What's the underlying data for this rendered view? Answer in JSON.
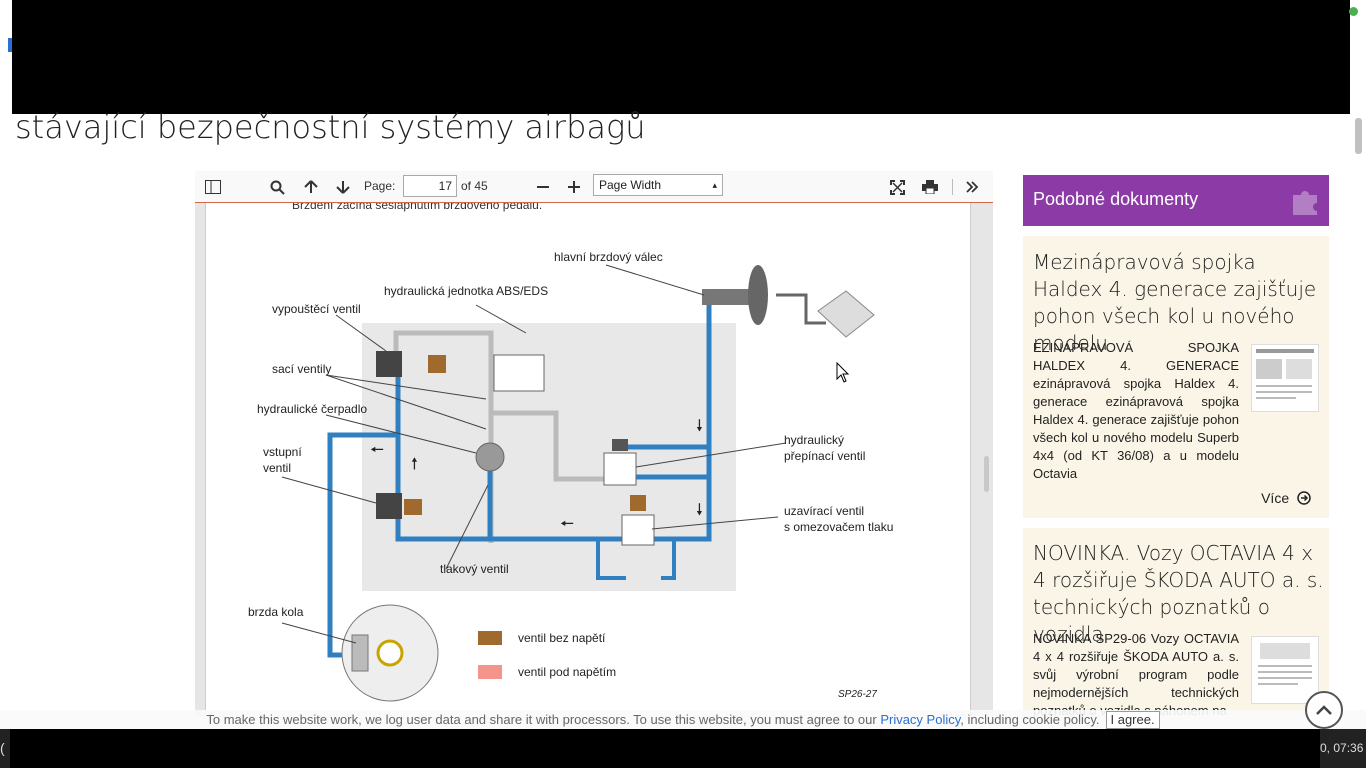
{
  "heading": "stávající bezpečnostní systémy airbagů",
  "viewer": {
    "page_label": "Page:",
    "page_value": "17",
    "page_total": "of 45",
    "zoom_value": "Page Width"
  },
  "diagram": {
    "top_text": "Brzdění začíná sešlápnutím brzdového pedálu.",
    "label_master": "hlavní brzdový válec",
    "label_unit": "hydraulická jednotka ABS/EDS",
    "label_outlet": "vypouštěcí ventil",
    "label_suction": "sací ventily",
    "label_pump": "hydraulické čerpadlo",
    "label_inlet_1": "vstupní",
    "label_inlet_2": "ventil",
    "label_switch_1": "hydraulický",
    "label_switch_2": "přepínací ventil",
    "label_shutoff_1": "uzavírací ventil",
    "label_shutoff_2": "s omezovačem tlaku",
    "label_pressure": "tlakový ventil",
    "label_wheel": "brzda kola",
    "legend_off": "ventil bez napětí",
    "legend_on": "ventil pod napětím",
    "code": "SP26-27",
    "colors": {
      "pipe": "#2f7fc1",
      "unit_bg": "#e8e8e8",
      "valve_off": "#a0692e",
      "valve_on": "#f4948a"
    }
  },
  "sidebar": {
    "title": "Podobné dokumenty",
    "cards": [
      {
        "title": "Mezinápravová spojka Haldex 4. generace zajišťuje pohon všech kol u nového modelu",
        "text": "EZINÁPRAVOVÁ SPOJKA HALDEX 4. GENERACE ezinápravová spojka Haldex 4. generace ezinápravová spojka Haldex 4. generace zajišťuje pohon všech kol u nového modelu Superb 4x4 (od KT 36/08) a u modelu Octavia",
        "more": "Více"
      },
      {
        "title": "NOVINKA. Vozy OCTAVIA 4 x 4 rozšiřuje ŠKODA AUTO a. s. technických poznatků o vozidla",
        "text": "NOVINKA SP29-06 Vozy OCTAVIA 4 x 4 rozšiřuje ŠKODA AUTO a. s. svůj výrobní program podle nejmodernějších technických poznatků o vozidla s náhonem na"
      }
    ]
  },
  "cookie": {
    "text": "To make this website work, we log user data and share it with processors. To use this website, you must agree to our ",
    "link": "Privacy Policy",
    "text2": ", including cookie policy.",
    "agree": "I agree."
  },
  "taskbar": {
    "clock": "0, 07:36",
    "left": "("
  }
}
